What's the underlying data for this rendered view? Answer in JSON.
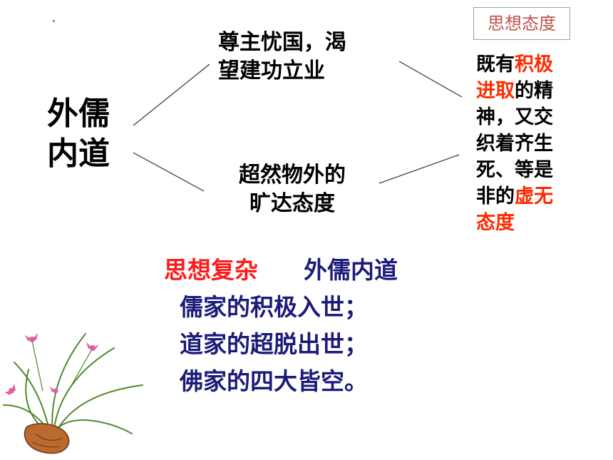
{
  "diagram": {
    "left_title": [
      "外儒",
      "内道"
    ],
    "top_branch": [
      "尊主忧国，渴",
      "望建功立业"
    ],
    "bottom_branch": [
      "超然物外的",
      "旷达态度"
    ],
    "label_box": "思想态度",
    "right_text": {
      "p1": "既有",
      "h1": "积极",
      "h2": "进取",
      "p2": "的精",
      "p3": "神，又交",
      "p4": "织着齐生",
      "p5": "死、等是",
      "p6": "非的",
      "h3": "虚无",
      "h4": "态度"
    }
  },
  "summary": {
    "highlight": "思想复杂",
    "tail": "外儒内道",
    "lines": [
      "儒家的积极入世；",
      "道家的超脱出世；",
      "佛家的四大皆空。"
    ]
  },
  "colors": {
    "accent_red": "#ff2a00",
    "navy": "#1b1b7a",
    "box_text": "#c0504d"
  }
}
